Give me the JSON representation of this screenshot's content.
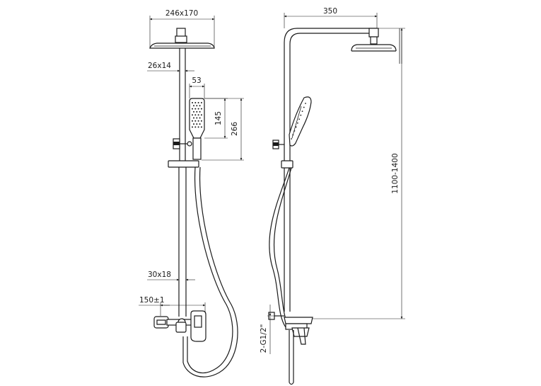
{
  "dimensions": {
    "head_size": "246x170",
    "upper_pipe": "26x14",
    "hand_width": "53",
    "hand_length": "145",
    "hand_holder": "266",
    "arm_reach": "350",
    "height_range": "1100-1400",
    "lower_pipe": "30x18",
    "inlet_spacing": "150±1",
    "inlet_thread": "2-G1/2\""
  }
}
